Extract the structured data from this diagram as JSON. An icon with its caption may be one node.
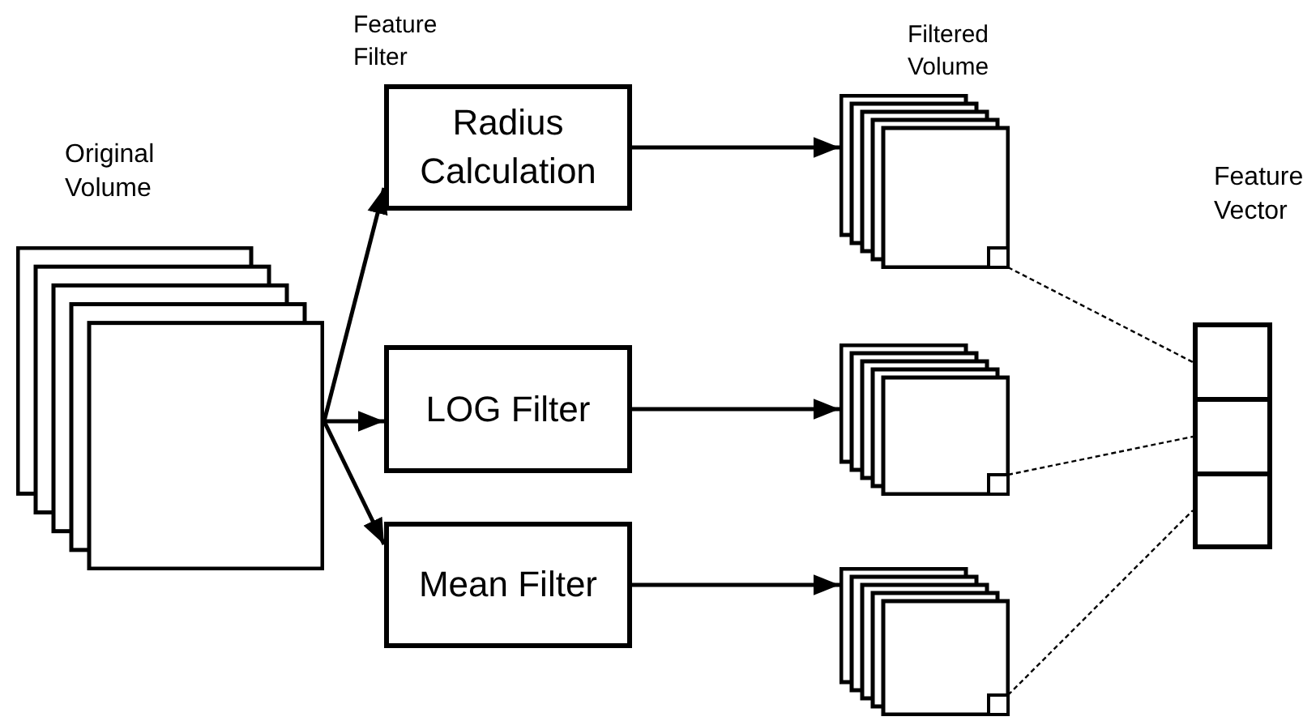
{
  "diagram": {
    "nodes": [
      {
        "text": [
          "Original Volume"
        ]
      },
      {
        "text": [
          "Radius Calculation"
        ]
      },
      {
        "text": [
          "LOG Filter"
        ]
      },
      {
        "text": [
          "Mean Filter"
        ]
      },
      {
        "text": [],
        "shape": "stack"
      },
      {
        "text": [],
        "shape": "stack"
      },
      {
        "text": [],
        "shape": "stack"
      },
      {
        "text": [
          "Feature Vector"
        ]
      },
      {
        "text": [],
        "shape": "box",
        "in": 7
      },
      {
        "text": [],
        "shape": "box",
        "in": 7
      },
      {
        "text": [],
        "shape": "box",
        "in": 7
      }
    ],
    "edges": [
      {
        "from": 0,
        "to": 1,
        "arrow": "to"
      },
      {
        "from": 0,
        "to": 2,
        "arrow": "to"
      },
      {
        "from": 0,
        "to": 3,
        "arrow": "to"
      },
      {
        "from": 1,
        "to": 4,
        "arrow": "to"
      },
      {
        "from": 2,
        "to": 5,
        "arrow": "to"
      },
      {
        "from": 3,
        "to": 6,
        "arrow": "to"
      },
      {
        "from": 4,
        "to": 8,
        "arrow": "none",
        "style": "dashed"
      },
      {
        "from": 5,
        "to": 9,
        "arrow": "none",
        "style": "dashed"
      },
      {
        "from": 6,
        "to": 10,
        "arrow": "none",
        "style": "dashed"
      }
    ],
    "labels": [
      "Feature Filter",
      "Filtered Volume"
    ]
  }
}
